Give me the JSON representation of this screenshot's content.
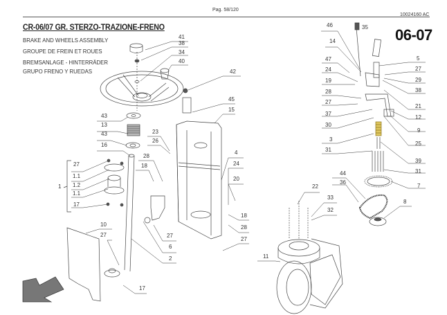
{
  "header": {
    "page": "Pag. 58/120",
    "document_code": "10024160 AC"
  },
  "title": "CR-06/07 GR. STERZO-TRAZIONE-FRENO",
  "subtitles": [
    "BRAKE AND WHEELS ASSEMBLY",
    "GROUPE DE FREIN ET ROUES",
    "BREMSANLAGE - HINTERRÄDER",
    "GRUPO FRENO Y RUEDAS"
  ],
  "section_number": "06-07",
  "callouts": {
    "steering": [
      "41",
      "38",
      "34",
      "40",
      "42",
      "45",
      "15"
    ],
    "column": [
      "43",
      "13",
      "43",
      "16",
      "23",
      "26",
      "28",
      "18"
    ],
    "group_1": {
      "label": "1",
      "items": [
        "27",
        "1.1",
        "1.2",
        "1.1",
        "17"
      ]
    },
    "frame": [
      "4",
      "24",
      "20",
      "18",
      "28",
      "27",
      "11"
    ],
    "lower_left": [
      "10",
      "27",
      "17",
      "27",
      "6",
      "2"
    ],
    "pedal": [
      "46",
      "35",
      "14",
      "47",
      "24",
      "19",
      "28",
      "27",
      "37",
      "30",
      "3",
      "31",
      "5",
      "27",
      "29",
      "38",
      "21",
      "12",
      "9",
      "25",
      "39",
      "31",
      "7"
    ],
    "wheel": [
      "44",
      "36",
      "8",
      "22",
      "33",
      "32"
    ]
  },
  "labels": [
    {
      "id": "l41",
      "t": "41"
    },
    {
      "id": "l38a",
      "t": "38"
    },
    {
      "id": "l34",
      "t": "34"
    },
    {
      "id": "l40",
      "t": "40"
    },
    {
      "id": "l42",
      "t": "42"
    },
    {
      "id": "l45",
      "t": "45"
    },
    {
      "id": "l15",
      "t": "15"
    },
    {
      "id": "l43a",
      "t": "43"
    },
    {
      "id": "l13",
      "t": "13"
    },
    {
      "id": "l43b",
      "t": "43"
    },
    {
      "id": "l16",
      "t": "16"
    },
    {
      "id": "l23",
      "t": "23"
    },
    {
      "id": "l26",
      "t": "26"
    },
    {
      "id": "l28a",
      "t": "28"
    },
    {
      "id": "l18a",
      "t": "18"
    },
    {
      "id": "l27a",
      "t": "27"
    },
    {
      "id": "l11a",
      "t": "1.1"
    },
    {
      "id": "l12a",
      "t": "1.2"
    },
    {
      "id": "l11b",
      "t": "1.1"
    },
    {
      "id": "l17a",
      "t": "17"
    },
    {
      "id": "l1",
      "t": "1"
    },
    {
      "id": "l4",
      "t": "4"
    },
    {
      "id": "l24a",
      "t": "24"
    },
    {
      "id": "l20",
      "t": "20"
    },
    {
      "id": "l18b",
      "t": "18"
    },
    {
      "id": "l28b",
      "t": "28"
    },
    {
      "id": "l27b",
      "t": "27"
    },
    {
      "id": "l10",
      "t": "10"
    },
    {
      "id": "l27c",
      "t": "27"
    },
    {
      "id": "l17b",
      "t": "17"
    },
    {
      "id": "l27d",
      "t": "27"
    },
    {
      "id": "l6",
      "t": "6"
    },
    {
      "id": "l2",
      "t": "2"
    },
    {
      "id": "l11",
      "t": "11"
    },
    {
      "id": "l46",
      "t": "46"
    },
    {
      "id": "l35",
      "t": "35"
    },
    {
      "id": "l14",
      "t": "14"
    },
    {
      "id": "l47",
      "t": "47"
    },
    {
      "id": "l24b",
      "t": "24"
    },
    {
      "id": "l19",
      "t": "19"
    },
    {
      "id": "l28c",
      "t": "28"
    },
    {
      "id": "l27e",
      "t": "27"
    },
    {
      "id": "l37",
      "t": "37"
    },
    {
      "id": "l30",
      "t": "30"
    },
    {
      "id": "l3",
      "t": "3"
    },
    {
      "id": "l31a",
      "t": "31"
    },
    {
      "id": "l5",
      "t": "5"
    },
    {
      "id": "l27f",
      "t": "27"
    },
    {
      "id": "l29",
      "t": "29"
    },
    {
      "id": "l38b",
      "t": "38"
    },
    {
      "id": "l21",
      "t": "21"
    },
    {
      "id": "l12",
      "t": "12"
    },
    {
      "id": "l9",
      "t": "9"
    },
    {
      "id": "l25",
      "t": "25"
    },
    {
      "id": "l39",
      "t": "39"
    },
    {
      "id": "l31b",
      "t": "31"
    },
    {
      "id": "l7",
      "t": "7"
    },
    {
      "id": "l44",
      "t": "44"
    },
    {
      "id": "l36",
      "t": "36"
    },
    {
      "id": "l8",
      "t": "8"
    },
    {
      "id": "l22",
      "t": "22"
    },
    {
      "id": "l33",
      "t": "33"
    },
    {
      "id": "l32",
      "t": "32"
    }
  ]
}
